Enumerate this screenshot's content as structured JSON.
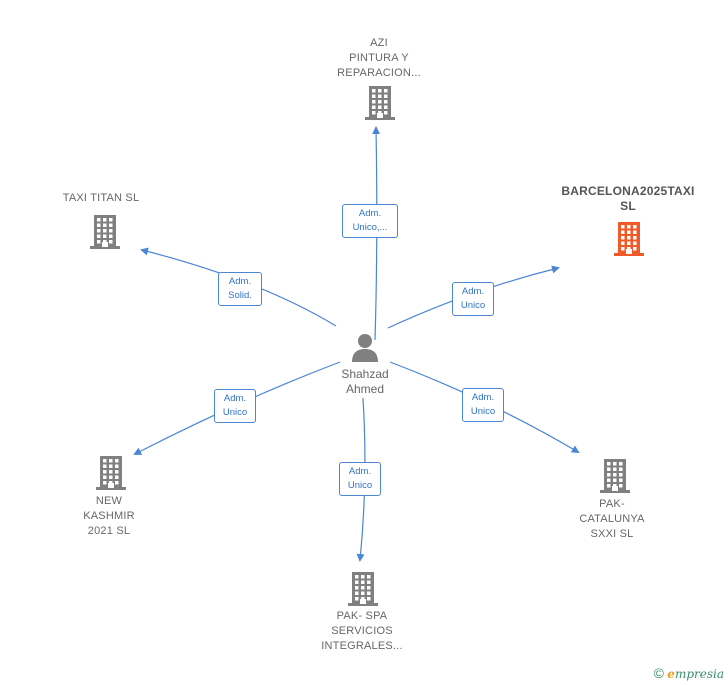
{
  "person": {
    "name": "Shahzad\nAhmed",
    "icon": "person-icon"
  },
  "companies": [
    {
      "id": "azi",
      "label": "AZI\nPINTURA Y\nREPARACION...",
      "color": "#808080",
      "highlight": false
    },
    {
      "id": "barcelona",
      "label": "BARCELONA2025TAXI\nSL",
      "color": "#f05a28",
      "highlight": true
    },
    {
      "id": "pak-catalunya",
      "label": "PAK-\nCATALUNYA\nSXXI  SL",
      "color": "#808080",
      "highlight": false
    },
    {
      "id": "pak-spa",
      "label": "PAK- SPA\nSERVICIOS\nINTEGRALES...",
      "color": "#808080",
      "highlight": false
    },
    {
      "id": "new-kashmir",
      "label": "NEW\nKASHMIR\n2021  SL",
      "color": "#808080",
      "highlight": false
    },
    {
      "id": "taxi-titan",
      "label": "TAXI TITAN  SL",
      "color": "#808080",
      "highlight": false
    }
  ],
  "relations": [
    {
      "target": "azi",
      "label": "Adm.\nUnico,..."
    },
    {
      "target": "barcelona",
      "label": "Adm.\nUnico"
    },
    {
      "target": "pak-catalunya",
      "label": "Adm.\nUnico"
    },
    {
      "target": "pak-spa",
      "label": "Adm.\nUnico"
    },
    {
      "target": "new-kashmir",
      "label": "Adm.\nUnico"
    },
    {
      "target": "taxi-titan",
      "label": "Adm.\nSolid."
    }
  ],
  "colors": {
    "edge": "#4a86d4",
    "building": "#808080",
    "building_highlight": "#f05a28",
    "person": "#808080"
  },
  "footer": {
    "copyright": "©",
    "brand_first": "e",
    "brand_rest": "mpresia"
  }
}
